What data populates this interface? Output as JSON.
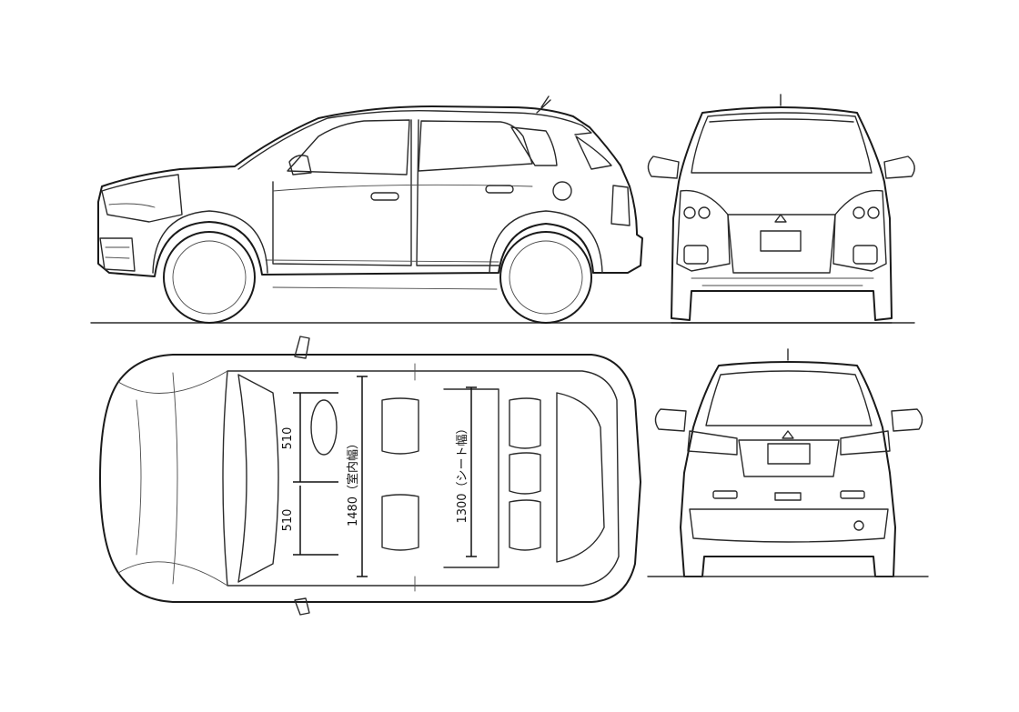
{
  "dimensions": {
    "seat_width_front_upper": "510",
    "seat_width_front_lower": "510",
    "cabin_width": "1480（室内幅）",
    "seat_width_rear": "1300（シート幅）"
  },
  "colors": {
    "line": "#2a2a2a",
    "background": "#ffffff"
  }
}
